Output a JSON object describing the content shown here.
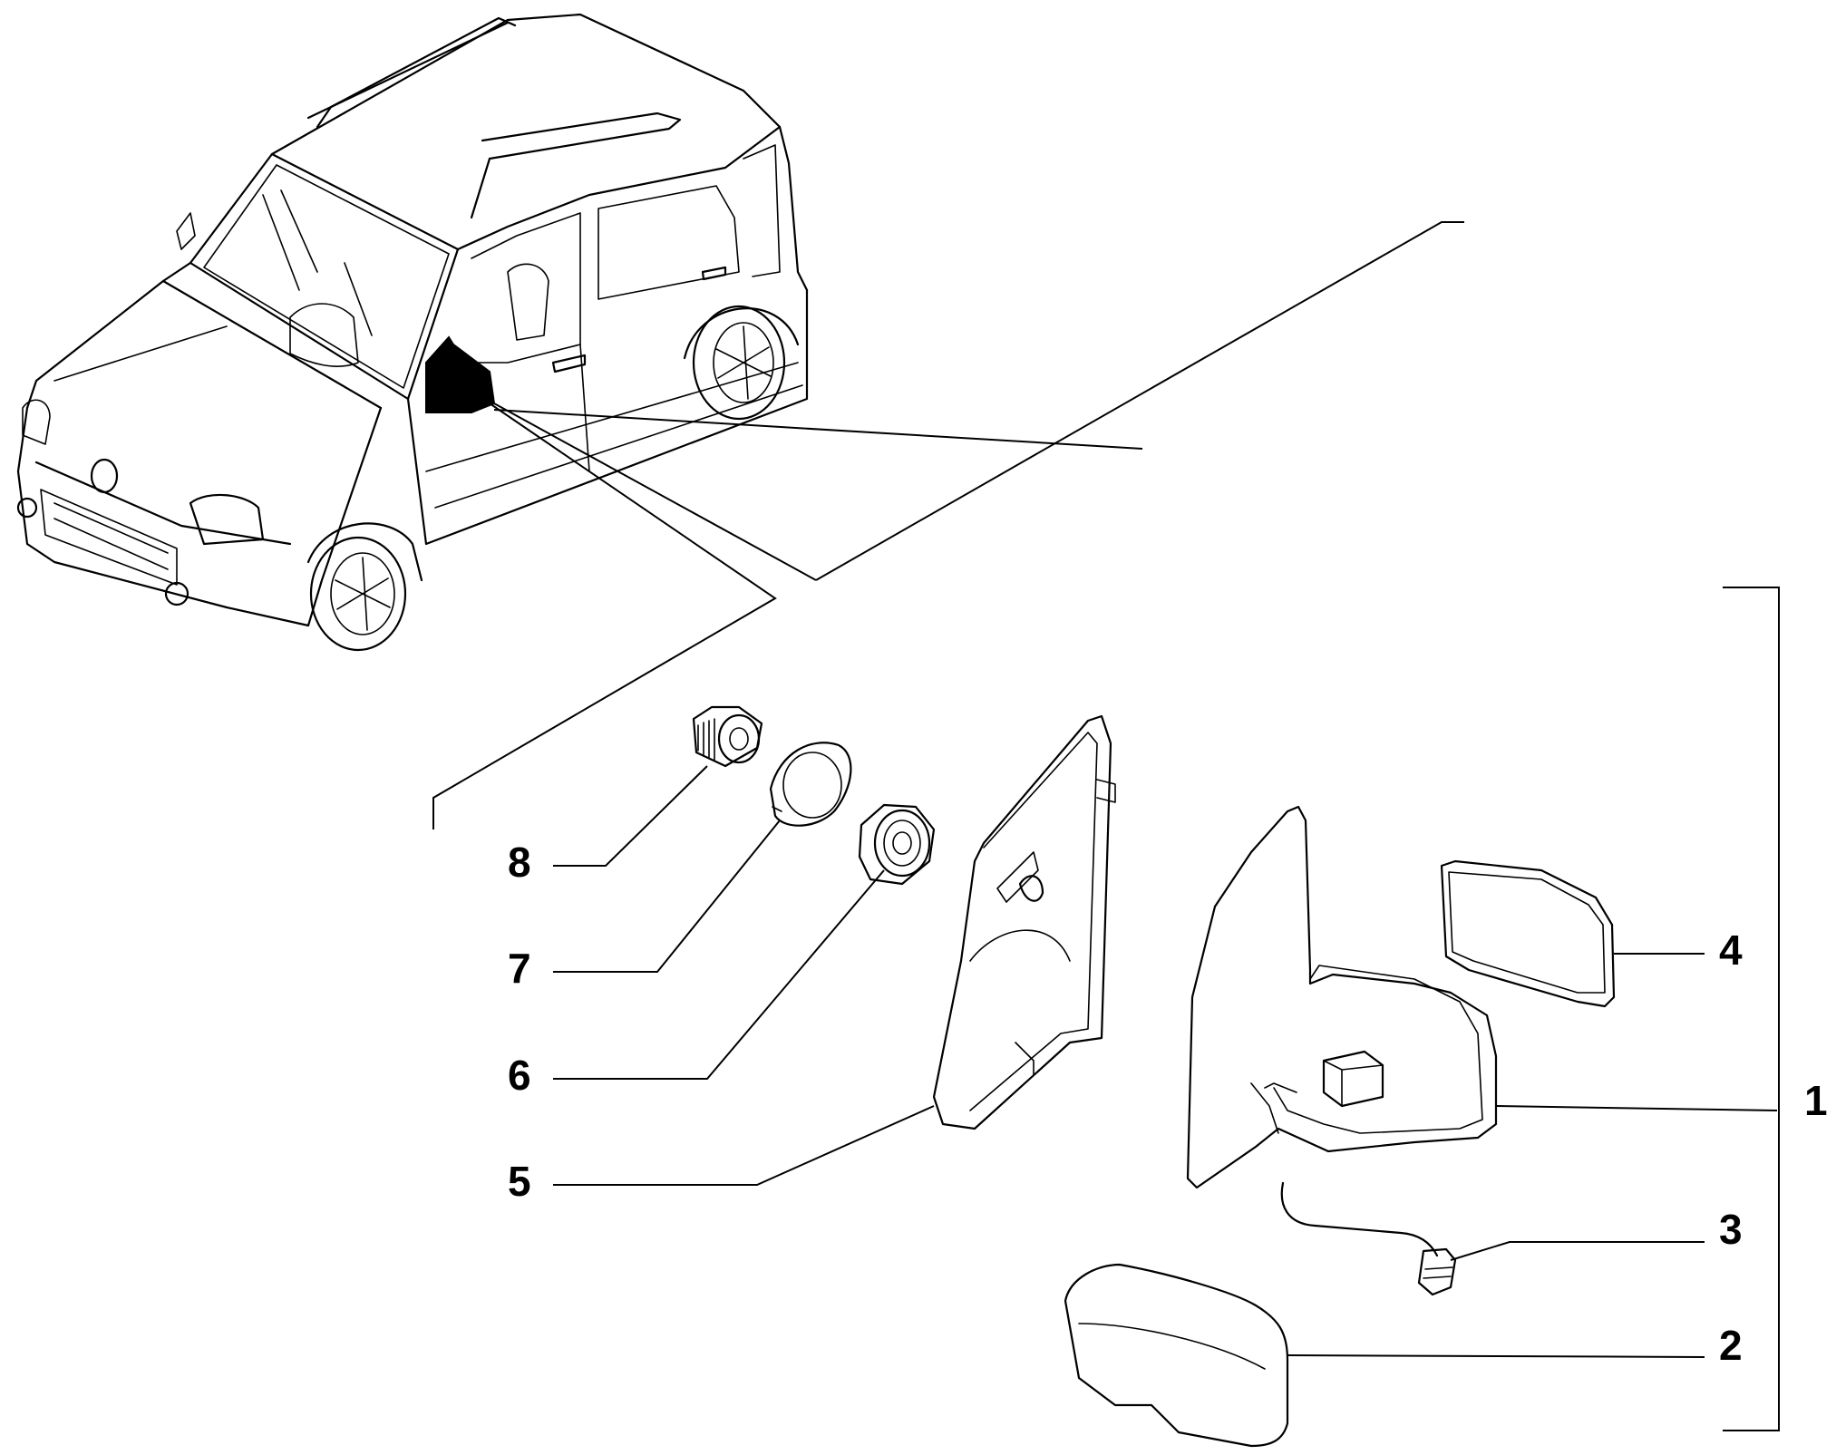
{
  "callouts": [
    {
      "id": "1",
      "label": "1"
    },
    {
      "id": "2",
      "label": "2"
    },
    {
      "id": "3",
      "label": "3"
    },
    {
      "id": "4",
      "label": "4"
    },
    {
      "id": "5",
      "label": "5"
    },
    {
      "id": "6",
      "label": "6"
    },
    {
      "id": "7",
      "label": "7"
    },
    {
      "id": "8",
      "label": "8"
    }
  ],
  "colors": {
    "line": "#000000",
    "background": "#ffffff",
    "mirror_highlight": "#000000"
  }
}
